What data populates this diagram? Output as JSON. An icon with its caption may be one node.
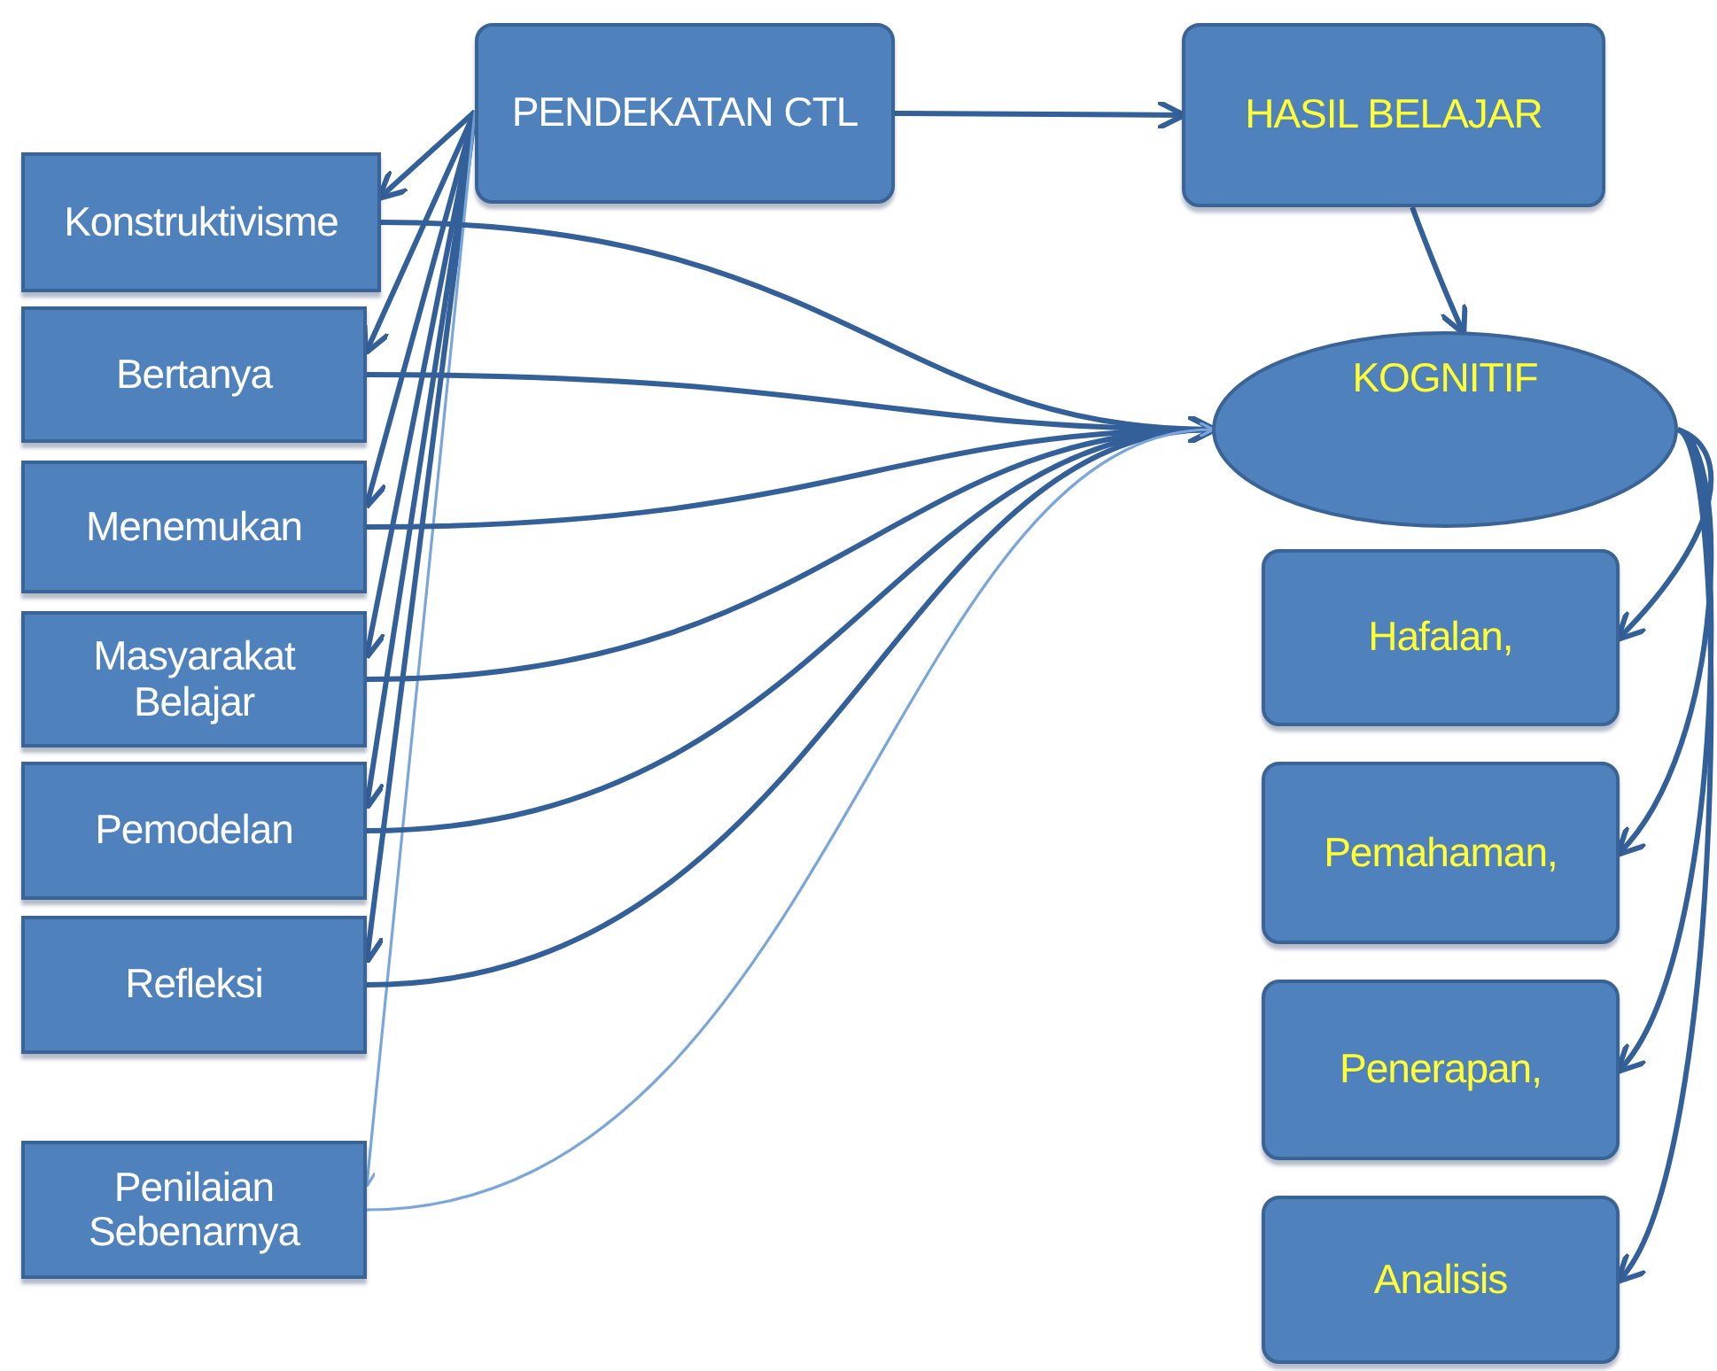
{
  "diagram": {
    "nodes": [
      {
        "text": [
          "PENDEKATAN CTL"
        ]
      },
      {
        "text": [
          "HASIL BELAJAR"
        ]
      },
      {
        "text": [
          "Konstruktivisme"
        ]
      },
      {
        "text": [
          "Bertanya"
        ]
      },
      {
        "text": [
          "Menemukan"
        ]
      },
      {
        "text": [
          "Masyarakat Belajar"
        ]
      },
      {
        "text": [
          "Pemodelan"
        ]
      },
      {
        "text": [
          "Refleksi"
        ]
      },
      {
        "text": [
          "Penilaian Sebenarnya"
        ]
      },
      {
        "text": [
          "KOGNITIF"
        ]
      },
      {
        "text": [
          "Hafalan,"
        ]
      },
      {
        "text": [
          "Pemahaman,"
        ]
      },
      {
        "text": [
          "Penerapan,"
        ]
      },
      {
        "text": [
          "Analisis"
        ]
      }
    ],
    "edges": [
      {
        "from": 0,
        "to": 1,
        "arrow": "to"
      },
      {
        "from": 1,
        "to": 9,
        "arrow": "to"
      },
      {
        "from": 0,
        "to": 2,
        "arrow": "to"
      },
      {
        "from": 0,
        "to": 3,
        "arrow": "to"
      },
      {
        "from": 0,
        "to": 4,
        "arrow": "to"
      },
      {
        "from": 0,
        "to": 5,
        "arrow": "to"
      },
      {
        "from": 0,
        "to": 6,
        "arrow": "to"
      },
      {
        "from": 0,
        "to": 7,
        "arrow": "to"
      },
      {
        "from": 0,
        "to": 8,
        "arrow": "to",
        "color": "#7aa6db"
      },
      {
        "from": 2,
        "to": 9,
        "arrow": "to"
      },
      {
        "from": 3,
        "to": 9,
        "arrow": "to"
      },
      {
        "from": 4,
        "to": 9,
        "arrow": "to"
      },
      {
        "from": 5,
        "to": 9,
        "arrow": "to"
      },
      {
        "from": 6,
        "to": 9,
        "arrow": "to"
      },
      {
        "from": 7,
        "to": 9,
        "arrow": "to"
      },
      {
        "from": 8,
        "to": 9,
        "arrow": "to",
        "color": "#7aa6db"
      },
      {
        "from": 9,
        "to": 10,
        "arrow": "to"
      },
      {
        "from": 9,
        "to": 11,
        "arrow": "to"
      },
      {
        "from": 9,
        "to": 12,
        "arrow": "to"
      },
      {
        "from": 9,
        "to": 13,
        "arrow": "to"
      }
    ]
  }
}
